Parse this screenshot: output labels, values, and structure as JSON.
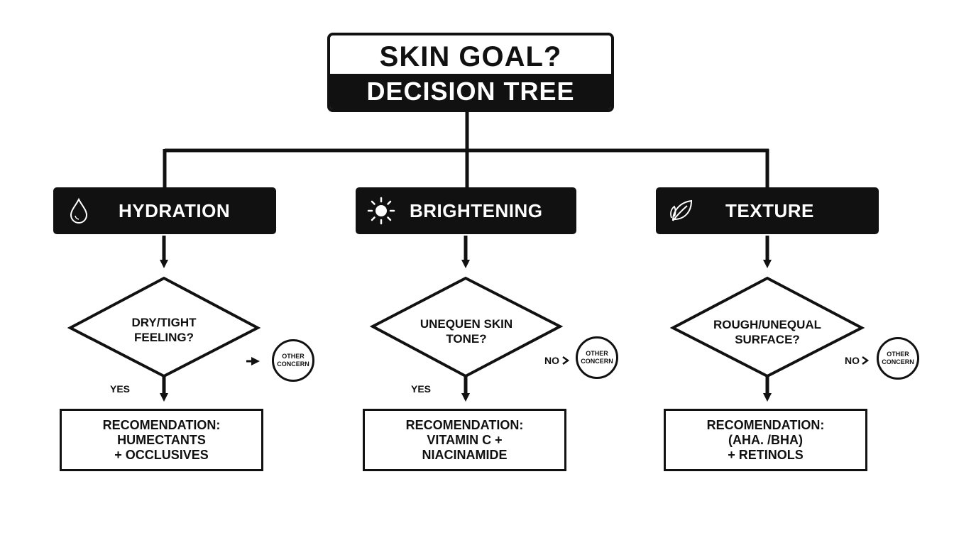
{
  "title": {
    "line1": "SKIN GOAL?",
    "line2": "DECISION TREE"
  },
  "branches": [
    {
      "category": "HYDRATION",
      "icon": "water-drop-icon",
      "question": [
        "DRY/TIGHT",
        "FEELING?"
      ],
      "yes_label": "YES",
      "no_label": "",
      "other_concern": [
        "OTHER",
        "CONCERN"
      ],
      "recommendation": [
        "RECOMENDATION:",
        "HUMECTANTS",
        "+ OCCLUSIVES"
      ]
    },
    {
      "category": "BRIGHTENING",
      "icon": "sun-icon",
      "question": [
        "UNEQUEN SKIN",
        "TONE?"
      ],
      "yes_label": "YES",
      "no_label": "NO",
      "other_concern": [
        "OTHER",
        "CONCERN"
      ],
      "recommendation": [
        "RECOMENDATION:",
        "VITAMIN C +",
        "NIACINAMIDE"
      ]
    },
    {
      "category": "TEXTURE",
      "icon": "leaf-icon",
      "question": [
        "ROUGH/UNEQUAL",
        "SURFACE?"
      ],
      "yes_label": "",
      "no_label": "NO",
      "other_concern": [
        "OTHER",
        "CONCERN"
      ],
      "recommendation": [
        "RECOMENDATION:",
        "(AHA. /BHA)",
        "+ RETINOLS"
      ]
    }
  ],
  "colors": {
    "ink": "#111111",
    "background": "#ffffff"
  }
}
